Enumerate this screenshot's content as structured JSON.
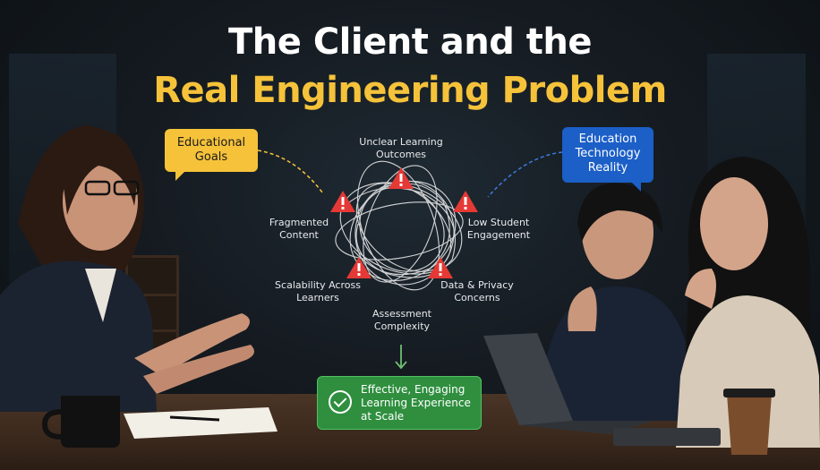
{
  "title": {
    "line1": "The Client and the",
    "line2": "Real Engineering Problem"
  },
  "bubbles": {
    "left": "Educational Goals",
    "right": "Education Technology Reality"
  },
  "problems": {
    "top": "Unclear Learning Outcomes",
    "left_upper": "Fragmented Content",
    "right_upper": "Low Student Engagement",
    "left_lower": "Scalability Across Learners",
    "right_lower": "Data & Privacy Concerns",
    "bottom": "Assessment Complexity"
  },
  "outcome": {
    "text": "Effective, Engaging Learning Experience at Scale"
  },
  "colors": {
    "title_white": "#ffffff",
    "title_yellow": "#f5c23a",
    "bubble_yellow": "#f5c23a",
    "bubble_blue": "#1c5fc7",
    "warning_red": "#e53935",
    "outcome_green": "#2f8f3f"
  },
  "icons": {
    "warning": "warning-triangle-icon",
    "check": "check-circle-icon",
    "arrow": "arrow-down-icon"
  }
}
